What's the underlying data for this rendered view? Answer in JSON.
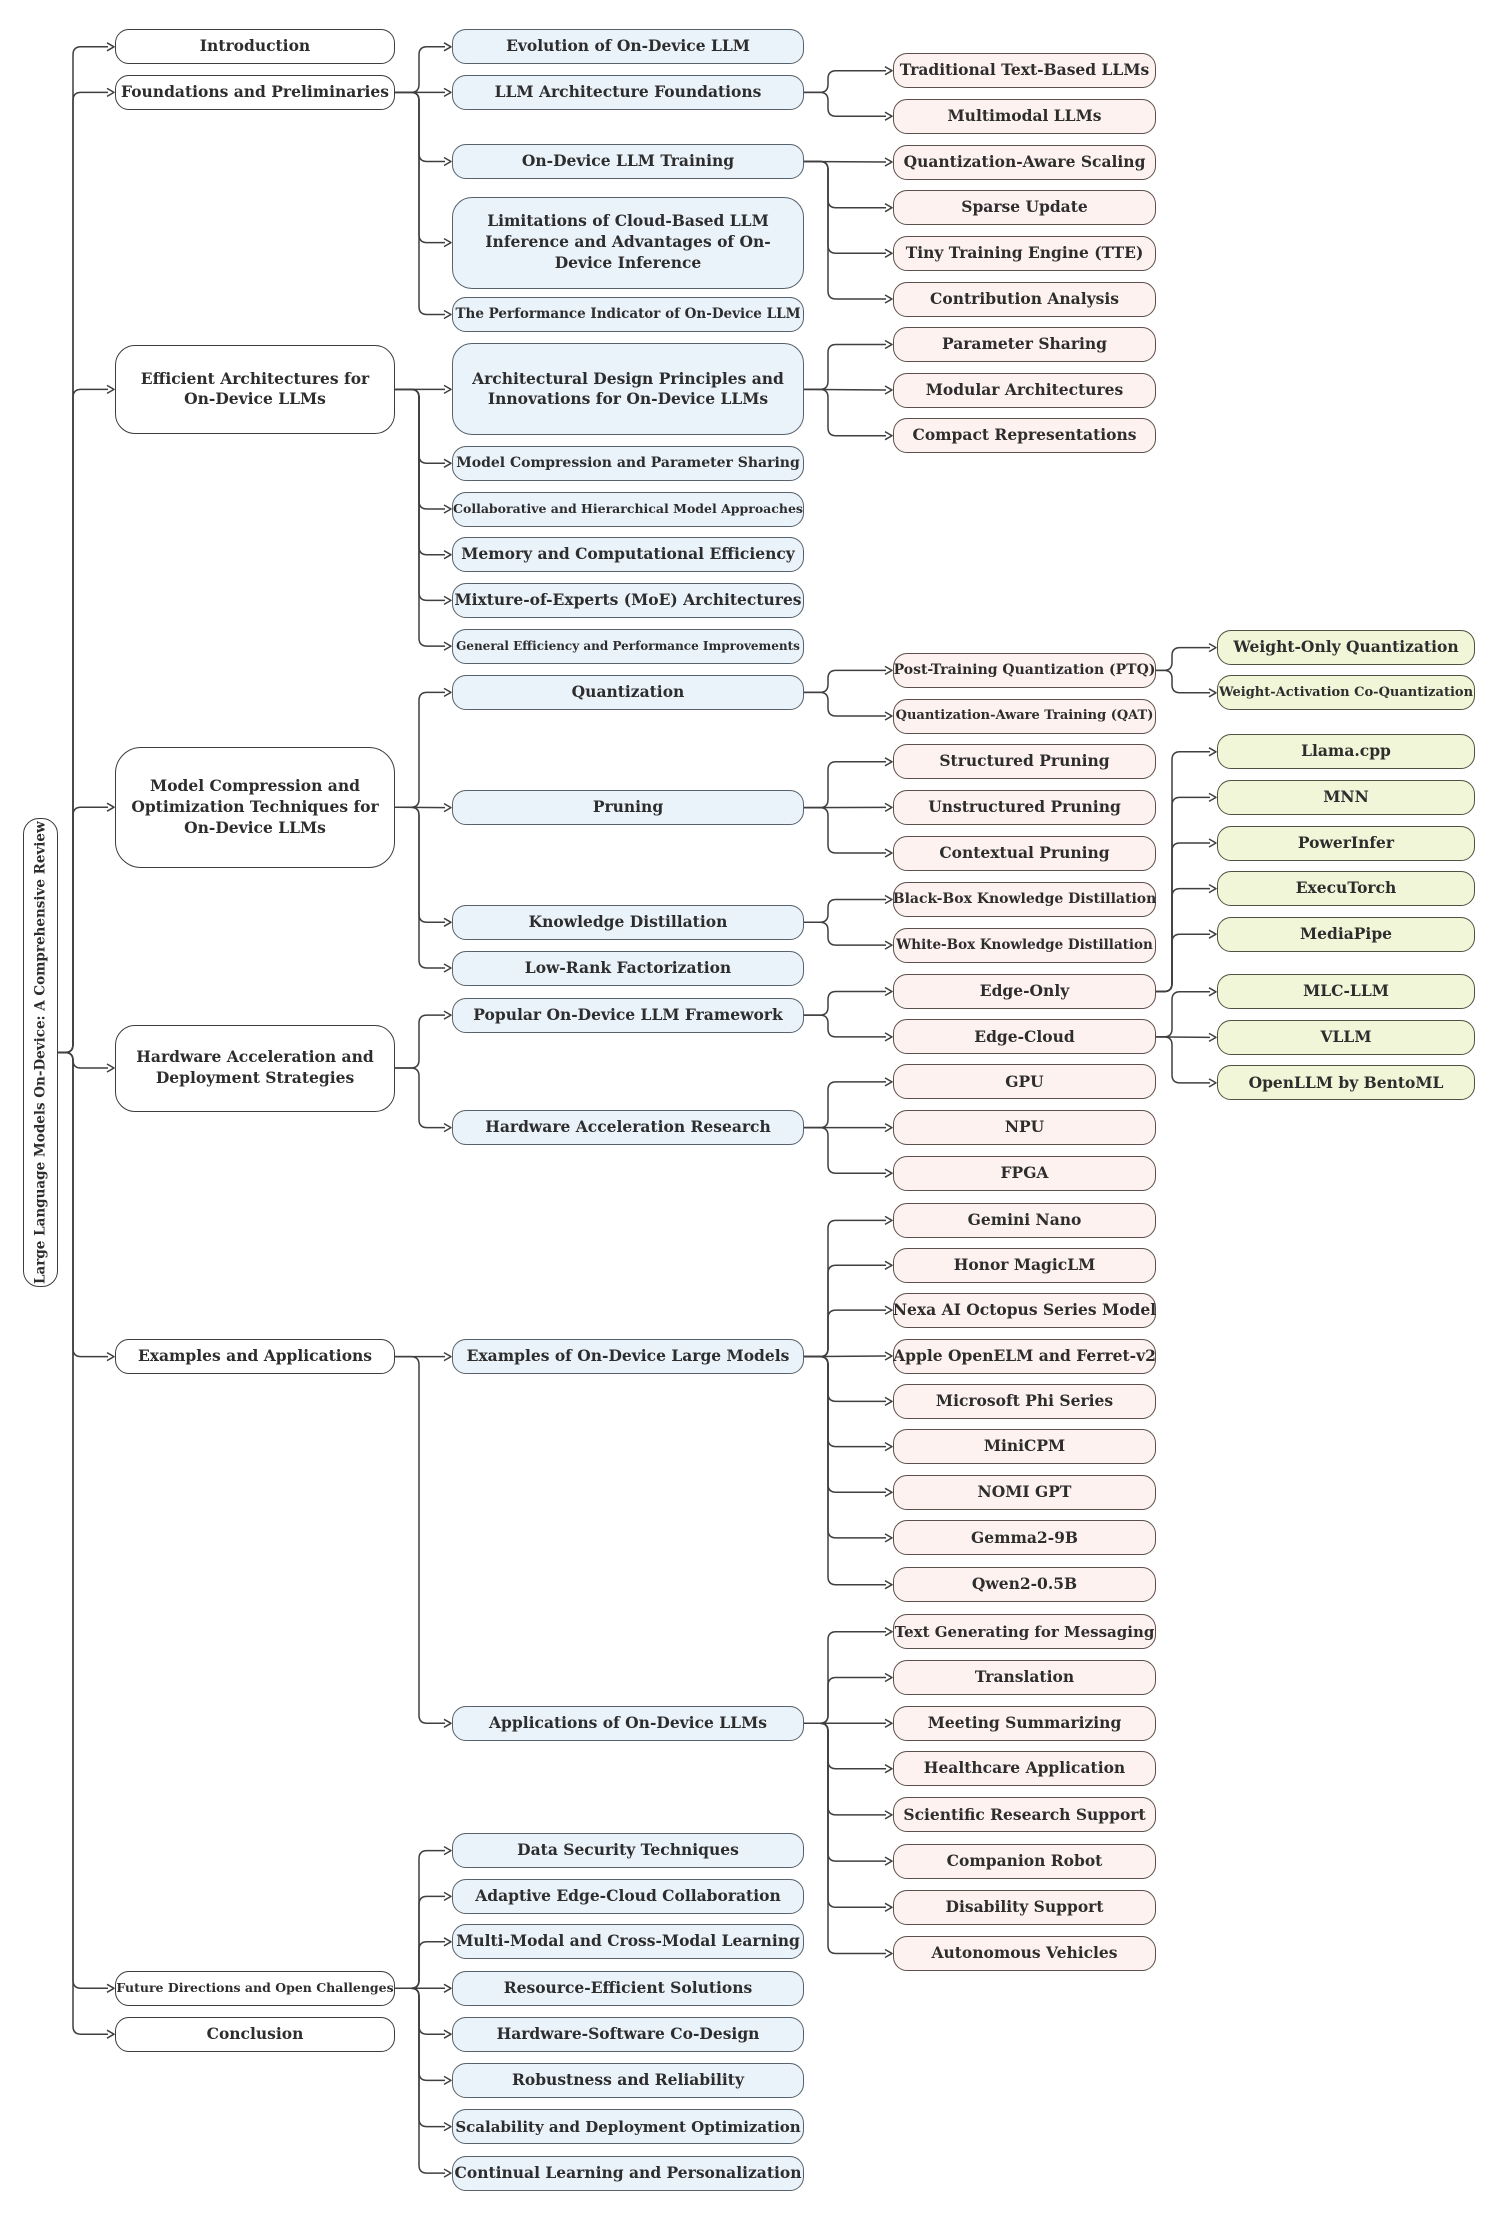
{
  "palette": {
    "level1_fill": "#ffffff",
    "level1_border": "#3d3d3d",
    "level2_fill": "#eaf2fa",
    "level2_border": "#57626c",
    "level3_fill": "#fdf2f0",
    "level3_border": "#5d4f4b",
    "level4_fill": "#f1f6d8",
    "level4_border": "#4e5340",
    "connector": "#3f3f3f",
    "text": "#2d2d2d"
  },
  "tree": {
    "label": "Large Language Models On-Device: A Comprehensive Review",
    "children": [
      {
        "label": "Introduction",
        "children": []
      },
      {
        "label": "Foundations and Preliminaries",
        "children": [
          {
            "label": "Evolution of On-Device LLM",
            "children": []
          },
          {
            "label": "LLM Architecture Foundations",
            "children": [
              {
                "label": "Traditional Text-Based LLMs",
                "children": []
              },
              {
                "label": "Multimodal LLMs",
                "children": []
              }
            ]
          },
          {
            "label": "On-Device LLM Training",
            "children": [
              {
                "label": "Quantization-Aware Scaling",
                "children": []
              },
              {
                "label": "Sparse Update",
                "children": []
              },
              {
                "label": "Tiny Training Engine (TTE)",
                "children": []
              },
              {
                "label": "Contribution Analysis",
                "children": []
              }
            ]
          },
          {
            "label": "Limitations of Cloud-Based LLM Inference and Advantages of On-Device Inference",
            "children": []
          },
          {
            "label": "The Performance Indicator of On-Device LLM",
            "children": []
          }
        ]
      },
      {
        "label": "Efficient Architectures for On-Device LLMs",
        "children": [
          {
            "label": "Architectural Design Principles and Innovations for On-Device LLMs",
            "children": [
              {
                "label": "Parameter Sharing",
                "children": []
              },
              {
                "label": "Modular Architectures",
                "children": []
              },
              {
                "label": "Compact Representations",
                "children": []
              }
            ]
          },
          {
            "label": "Model Compression and Parameter Sharing",
            "children": []
          },
          {
            "label": "Collaborative and Hierarchical Model Approaches",
            "children": []
          },
          {
            "label": "Memory and Computational Efficiency",
            "children": []
          },
          {
            "label": "Mixture-of-Experts (MoE) Architectures",
            "children": []
          },
          {
            "label": "General Efficiency and Performance Improvements",
            "children": []
          }
        ]
      },
      {
        "label": "Model Compression and Optimization Techniques for On-Device LLMs",
        "children": [
          {
            "label": "Quantization",
            "children": [
              {
                "label": "Post-Training Quantization (PTQ)",
                "children": [
                  {
                    "label": "Weight-Only Quantization",
                    "children": []
                  },
                  {
                    "label": "Weight-Activation Co-Quantization",
                    "children": []
                  }
                ]
              },
              {
                "label": "Quantization-Aware Training (QAT)",
                "children": []
              }
            ]
          },
          {
            "label": "Pruning",
            "children": [
              {
                "label": "Structured Pruning",
                "children": []
              },
              {
                "label": "Unstructured Pruning",
                "children": []
              },
              {
                "label": "Contextual Pruning",
                "children": []
              }
            ]
          },
          {
            "label": "Knowledge Distillation",
            "children": [
              {
                "label": "Black-Box Knowledge Distillation",
                "children": []
              },
              {
                "label": "White-Box Knowledge Distillation",
                "children": []
              }
            ]
          },
          {
            "label": "Low-Rank Factorization",
            "children": []
          }
        ]
      },
      {
        "label": "Hardware Acceleration and Deployment Strategies",
        "children": [
          {
            "label": "Popular On-Device LLM Framework",
            "children": [
              {
                "label": "Edge-Only",
                "children": [
                  {
                    "label": "Llama.cpp",
                    "children": []
                  },
                  {
                    "label": "MNN",
                    "children": []
                  },
                  {
                    "label": "PowerInfer",
                    "children": []
                  },
                  {
                    "label": "ExecuTorch",
                    "children": []
                  },
                  {
                    "label": "MediaPipe",
                    "children": []
                  }
                ]
              },
              {
                "label": "Edge-Cloud",
                "children": [
                  {
                    "label": "MLC-LLM",
                    "children": []
                  },
                  {
                    "label": "VLLM",
                    "children": []
                  },
                  {
                    "label": "OpenLLM by BentoML",
                    "children": []
                  }
                ]
              }
            ]
          },
          {
            "label": "Hardware Acceleration Research",
            "children": [
              {
                "label": "GPU",
                "children": []
              },
              {
                "label": "NPU",
                "children": []
              },
              {
                "label": "FPGA",
                "children": []
              }
            ]
          }
        ]
      },
      {
        "label": "Examples and Applications",
        "children": [
          {
            "label": "Examples of On-Device Large Models",
            "children": [
              {
                "label": "Gemini Nano",
                "children": []
              },
              {
                "label": "Honor MagicLM",
                "children": []
              },
              {
                "label": "Nexa AI Octopus Series Model",
                "children": []
              },
              {
                "label": "Apple OpenELM and Ferret-v2",
                "children": []
              },
              {
                "label": "Microsoft Phi Series",
                "children": []
              },
              {
                "label": "MiniCPM",
                "children": []
              },
              {
                "label": "NOMI GPT",
                "children": []
              },
              {
                "label": "Gemma2-9B",
                "children": []
              },
              {
                "label": "Qwen2-0.5B",
                "children": []
              }
            ]
          },
          {
            "label": "Applications of On-Device LLMs",
            "children": [
              {
                "label": "Text Generating for Messaging",
                "children": []
              },
              {
                "label": "Translation",
                "children": []
              },
              {
                "label": "Meeting Summarizing",
                "children": []
              },
              {
                "label": "Healthcare Application",
                "children": []
              },
              {
                "label": "Scientific Research Support",
                "children": []
              },
              {
                "label": "Companion Robot",
                "children": []
              },
              {
                "label": "Disability Support",
                "children": []
              },
              {
                "label": "Autonomous Vehicles",
                "children": []
              }
            ]
          }
        ]
      },
      {
        "label": "Future Directions and Open Challenges",
        "children": [
          {
            "label": "Data Security Techniques",
            "children": []
          },
          {
            "label": "Adaptive Edge-Cloud Collaboration",
            "children": []
          },
          {
            "label": "Multi-Modal and Cross-Modal Learning",
            "children": []
          },
          {
            "label": "Resource-Efficient Solutions",
            "children": []
          },
          {
            "label": "Hardware-Software Co-Design",
            "children": []
          },
          {
            "label": "Robustness and Reliability",
            "children": []
          },
          {
            "label": "Scalability and Deployment Optimization",
            "children": []
          },
          {
            "label": "Continual Learning and Personalization",
            "children": []
          }
        ]
      },
      {
        "label": "Conclusion",
        "children": []
      }
    ]
  }
}
